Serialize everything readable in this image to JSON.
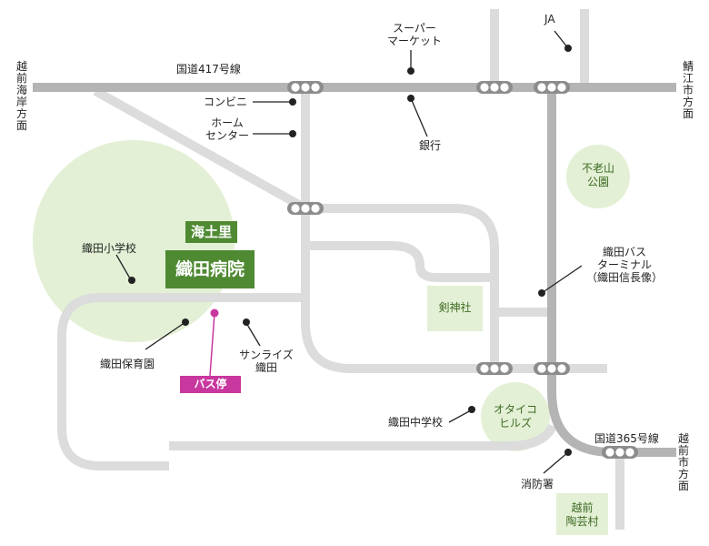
{
  "colors": {
    "road_main": "#b4b4b4",
    "road_minor": "#dcdcdc",
    "area_fill": "#e3f0d5",
    "area_text": "#3e6a23",
    "hospital_bg": "#4f8a33",
    "bus_stop": "#c8379e"
  },
  "directions": {
    "west": "越前海岸方面",
    "east": "鯖江市方面",
    "southeast": "越前市方面"
  },
  "roads": {
    "route417": "国道417号線",
    "route365": "国道365号線"
  },
  "facilities": {
    "hospital_area": "海土里",
    "hospital": "織田病院",
    "bus_stop": "バス停",
    "elementary_school": "織田小学校",
    "nursery": "織田保育園",
    "sunrise": [
      "サンライズ",
      "織田"
    ],
    "convenience": "コンビニ",
    "home_center": [
      "ホーム",
      "センター"
    ],
    "supermarket": [
      "スーパー",
      "マーケット"
    ],
    "bank": "銀行",
    "ja": "JA",
    "park": [
      "不老山",
      "公園"
    ],
    "bus_terminal": [
      "織田バス",
      "ターミナル",
      "（織田信長像）"
    ],
    "shrine": "剣神社",
    "hills": [
      "オタイコ",
      "ヒルズ"
    ],
    "junior_high": "織田中学校",
    "fire_station": "消防署",
    "ceramic_village": [
      "越前",
      "陶芸村"
    ]
  }
}
